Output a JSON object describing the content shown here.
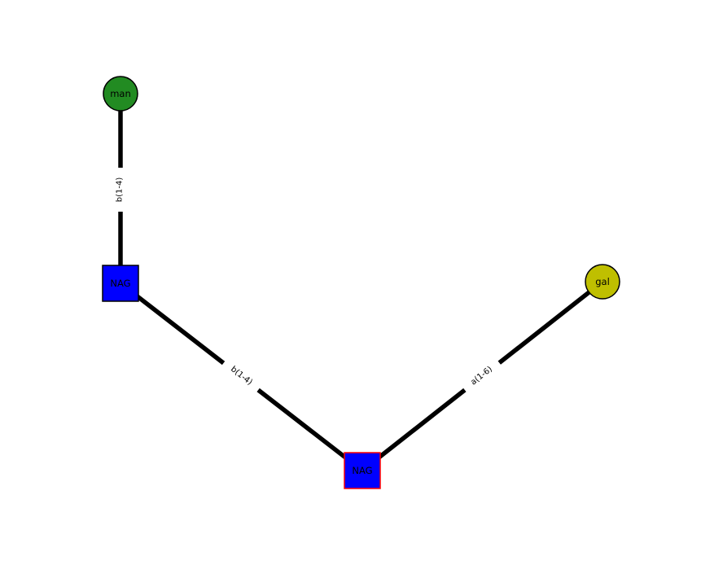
{
  "figure": {
    "background": "#ffffff",
    "edge_color": "#000000",
    "label_color": "#000000"
  },
  "diagram": {
    "type": "glycan-graph",
    "nodes": [
      {
        "id": "man",
        "label": "man",
        "shape": "circle",
        "color": "#228B22",
        "border": "#000000"
      },
      {
        "id": "nag-upper",
        "label": "NAG",
        "shape": "square",
        "color": "#0000FF",
        "border": "#000000"
      },
      {
        "id": "nag-lower",
        "label": "NAG",
        "shape": "square",
        "color": "#0000FF",
        "border": "#FF0000"
      },
      {
        "id": "gal",
        "label": "gal",
        "shape": "circle",
        "color": "#BFBF00",
        "border": "#000000"
      }
    ],
    "edges": [
      {
        "from": "man",
        "to": "nag-upper",
        "label": "b(1-4)"
      },
      {
        "from": "nag-upper",
        "to": "nag-lower",
        "label": "b(1-4)"
      },
      {
        "from": "nag-lower",
        "to": "gal",
        "label": "a(1-6)"
      }
    ]
  }
}
